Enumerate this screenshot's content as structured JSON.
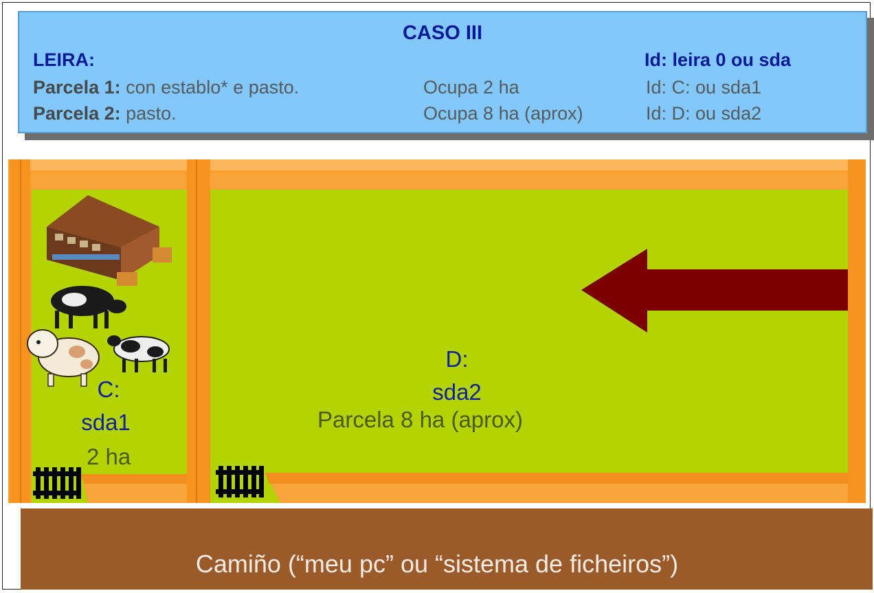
{
  "header": {
    "title": "CASO III",
    "leira_label": "LEIRA:",
    "leira_id": "Id: leira 0 ou sda",
    "rows": [
      {
        "name": "Parcela 1:",
        "desc": "con establo* e pasto.",
        "area": "Ocupa 2 ha",
        "id": "Id: C: ou sda1"
      },
      {
        "name": "Parcela 2:",
        "desc": "pasto.",
        "area": "Ocupa 8 ha (aprox)",
        "id": "Id: D: ou sda2"
      }
    ]
  },
  "parcel_c": {
    "letter": "C:",
    "device": "sda1",
    "area": "2 ha"
  },
  "parcel_d": {
    "letter": "D:",
    "device": "sda2",
    "area": "Parcela 8 ha (aprox)"
  },
  "road": {
    "label": "Camiño (“meu pc” ou “sistema de ficheiros”)"
  },
  "icons": [
    "barn-icon",
    "cow-icon",
    "cow-icon",
    "cow-icon",
    "gate-icon",
    "gate-icon",
    "arrow-left-icon"
  ],
  "colors": {
    "header_bg": "#82c8fc",
    "grass": "#b3d400",
    "fence": "#f7a12e",
    "road": "#9b5a2a",
    "arrow": "#7a0000",
    "title": "#0a1a96"
  }
}
